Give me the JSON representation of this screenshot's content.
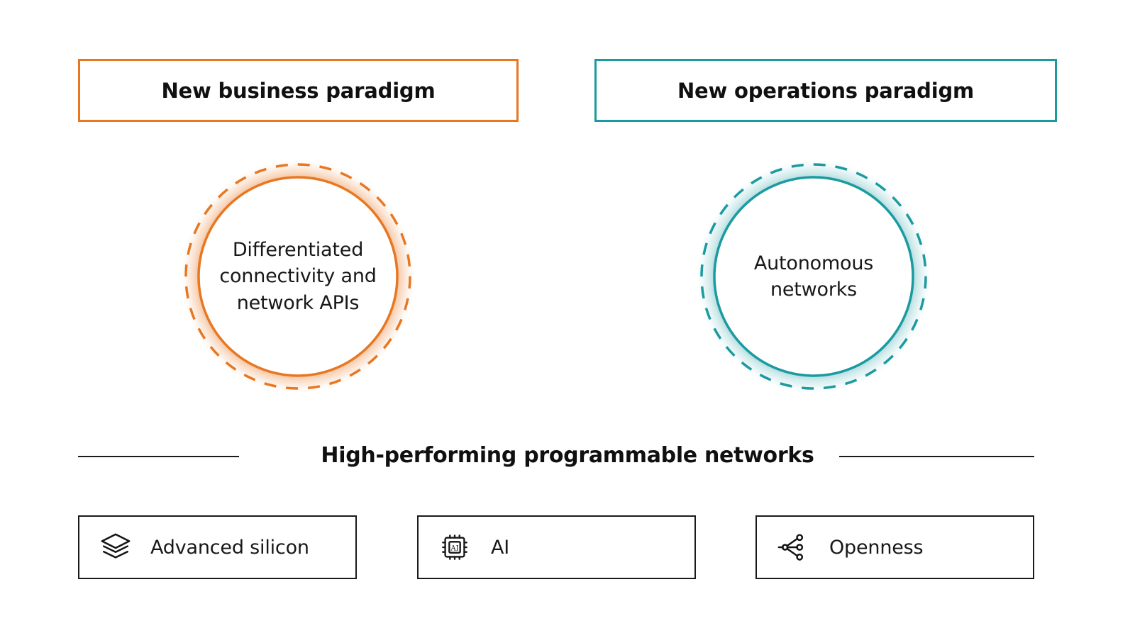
{
  "palette": {
    "background": "#ffffff",
    "business_accent": "#e87722",
    "operations_accent": "#1b9aa0",
    "text": "#181818",
    "heading": "#101010",
    "rule": "#1a1a1a"
  },
  "header": {
    "boxes": [
      {
        "label": "New business paradigm",
        "accent": "#e87722",
        "key": "business"
      },
      {
        "label": "New operations paradigm",
        "accent": "#1b9aa0",
        "key": "operations"
      }
    ]
  },
  "circles": [
    {
      "key": "business",
      "caption": "Differentiated connectivity and network APIs",
      "accent": "#e87722",
      "glow": "#f7a055",
      "solid_radius": 140,
      "dashed_radius": 158
    },
    {
      "key": "operations",
      "caption": "Autonomous networks",
      "accent": "#1b9aa0",
      "glow": "#8fd3d6",
      "solid_radius": 140,
      "dashed_radius": 158
    }
  ],
  "divider": {
    "title": "High-performing programmable networks"
  },
  "foundations": [
    {
      "label": "Advanced silicon",
      "icon": "layers-icon"
    },
    {
      "label": "AI",
      "icon": "ai-chip-icon",
      "icon_text": "AI"
    },
    {
      "label": "Openness",
      "icon": "share-nodes-icon"
    }
  ]
}
